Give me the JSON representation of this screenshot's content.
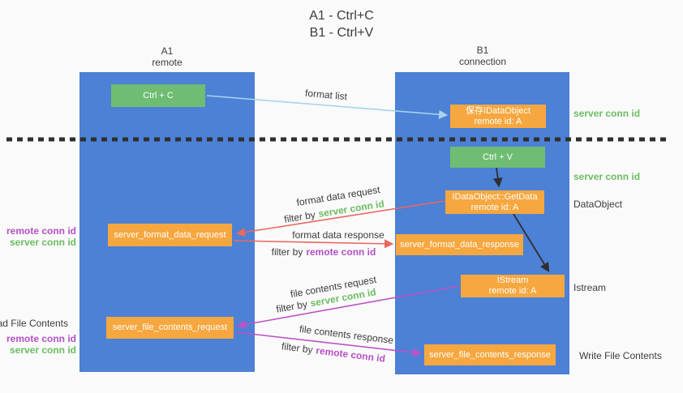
{
  "title": {
    "line1": "A1 - Ctrl+C",
    "line2": "B1 - Ctrl+V"
  },
  "columns": {
    "a1": {
      "name": "A1",
      "subtitle": "remote"
    },
    "b1": {
      "name": "B1",
      "subtitle": "connection"
    }
  },
  "nodes": {
    "ctrl_c": {
      "label": "Ctrl + C"
    },
    "ctrl_v": {
      "label": "Ctrl + V"
    },
    "save_dataobject": {
      "line1": "保存IDataObject",
      "line2": "remote id: A"
    },
    "getdata": {
      "line1": "IDataObject::GetData",
      "line2": "remote id: A"
    },
    "istream": {
      "line1": "IStream",
      "line2": "remote id: A"
    },
    "server_format_data_request": {
      "label": "server_format_data_request"
    },
    "server_format_data_response": {
      "label": "server_format_data_response"
    },
    "server_file_contents_request": {
      "label": "server_file_contents_request"
    },
    "server_file_contents_response": {
      "label": "server_file_contents_response"
    }
  },
  "flow_labels": {
    "format_list": "format list",
    "format_data_request": "format data request",
    "format_data_response": "format data response",
    "file_contents_request": "file contents request",
    "file_contents_response": "file contents response",
    "filter_by": "filter by",
    "server_conn_id": "server conn id",
    "remote_conn_id": "remote conn id"
  },
  "side_labels": {
    "right_server_conn_id_top": "server conn id",
    "right_server_conn_id_mid": "server conn id",
    "right_dataobject": "DataObject",
    "right_istream": "Istream",
    "right_write_file_contents": "Write File Contents",
    "left_remote_conn_id_format": "remote conn id",
    "left_server_conn_id_format": "server conn id",
    "left_read_file_contents": "Read File Contents",
    "left_remote_conn_id_file": "remote conn id",
    "left_server_conn_id_file": "server conn id"
  },
  "colors": {
    "lane-blue": "#4c81d5",
    "box-green": "#6ebd72",
    "box-orange": "#f6a73f",
    "arrow-lightblue": "#a6d3ee",
    "arrow-red": "#e8695e",
    "arrow-purple": "#bd53c6",
    "arrow-black": "#2f2f2f",
    "text-green": "#6bbd62",
    "text-purple": "#b44fc6",
    "text-dark": "#3c3c3c",
    "bg": "#fafafa"
  }
}
